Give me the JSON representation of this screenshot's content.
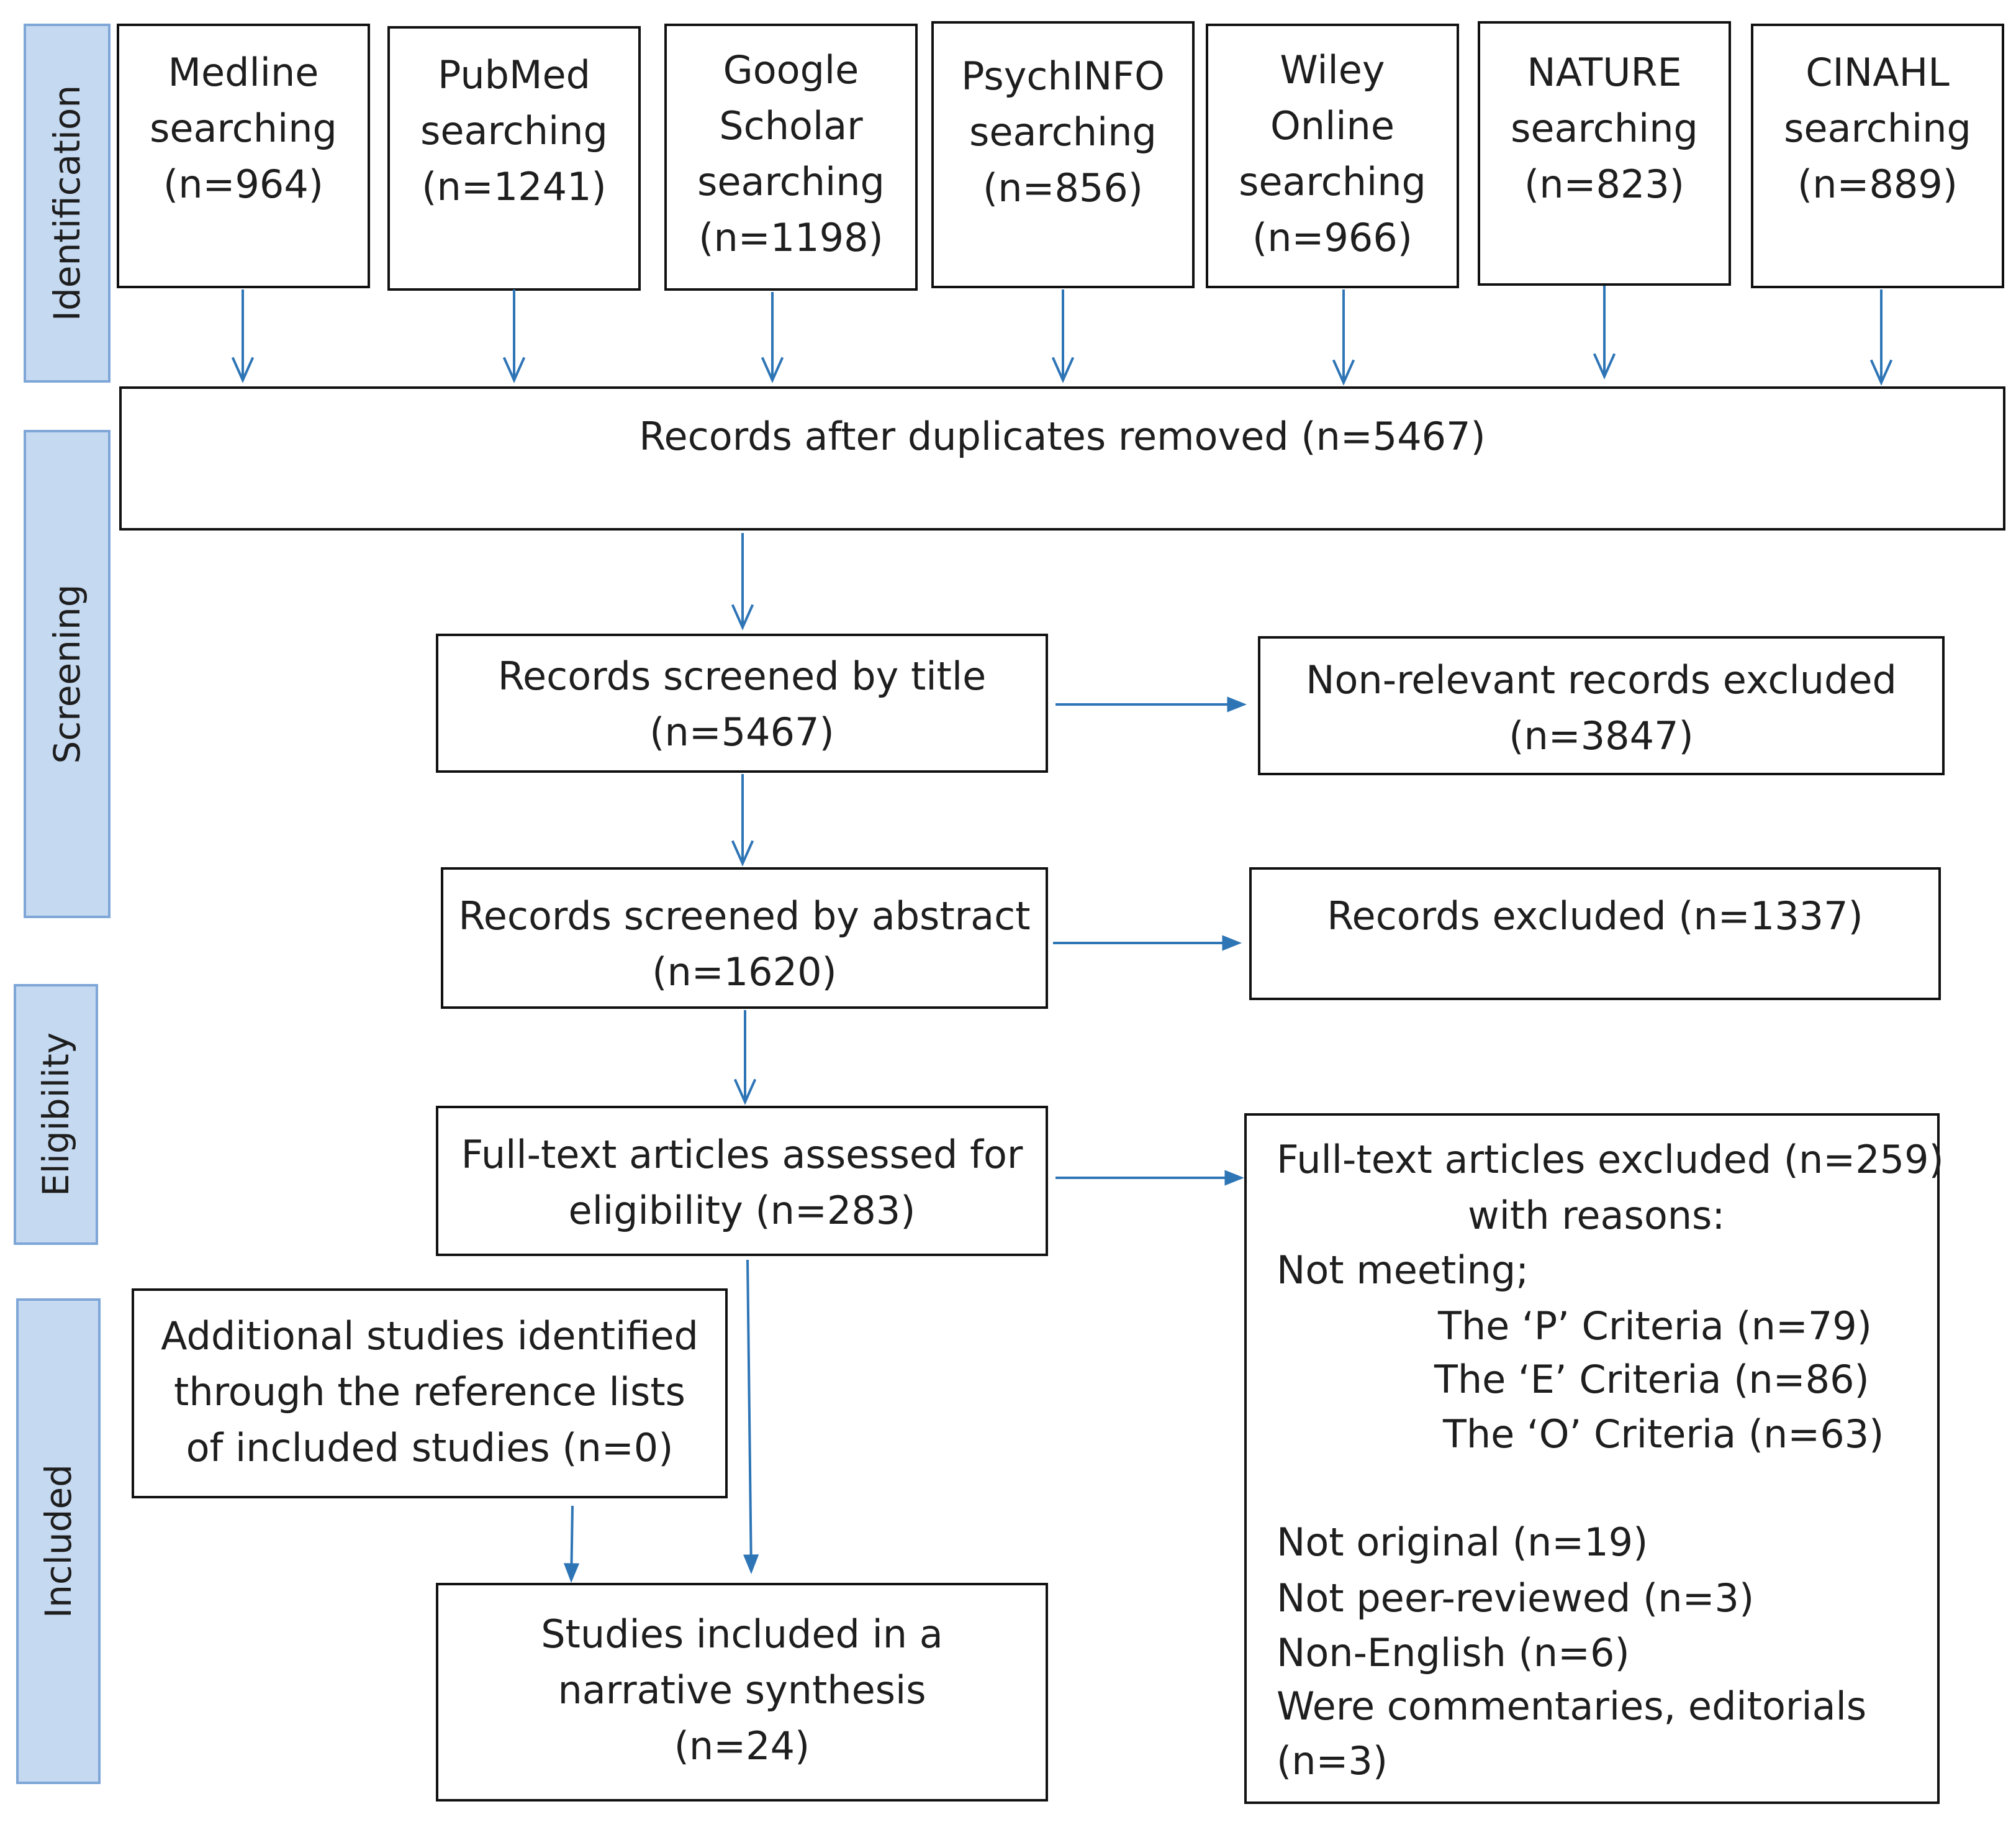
{
  "phases": [
    "Identification",
    "Screening",
    "Eligibility",
    "Included"
  ],
  "sources": [
    [
      "Medline",
      "searching",
      "(n=964)"
    ],
    [
      "PubMed",
      "searching",
      "(n=1241)"
    ],
    [
      "Google",
      "Scholar",
      "searching",
      "(n=1198)"
    ],
    [
      "PsychINFO",
      "searching",
      "(n=856)"
    ],
    [
      "Wiley",
      "Online",
      "searching",
      "(n=966)"
    ],
    [
      "NATURE",
      "searching",
      "(n=823)"
    ],
    [
      "CINAHL",
      "searching",
      "(n=889)"
    ]
  ],
  "dedup": "Records after duplicates removed (n=5467)",
  "title_screen": [
    "Records screened by title",
    "(n=5467)"
  ],
  "title_excluded": [
    "Non-relevant records excluded",
    "(n=3847)"
  ],
  "abstract_screen": [
    "Records screened by abstract",
    "(n=1620)"
  ],
  "abstract_excluded": "Records excluded (n=1337)",
  "fulltext": [
    "Full-text articles assessed for",
    "eligibility (n=283)"
  ],
  "fulltext_excluded": {
    "head": [
      "Full-text articles excluded (n=259)",
      "with reasons:"
    ],
    "not_meeting": "Not meeting;",
    "criteria": [
      "The ‘P’ Criteria (n=79)",
      "The ‘E’ Criteria (n=86)",
      "The ‘O’ Criteria (n=63)"
    ],
    "others": [
      "Not original (n=19)",
      "Not peer-reviewed (n=3)",
      "Non-English (n=6)",
      "Were commentaries, editorials",
      "(n=3)"
    ]
  },
  "additional": [
    "Additional studies identified",
    "through the reference lists",
    "of included studies (n=0)"
  ],
  "included": [
    "Studies included in a",
    "narrative synthesis",
    "(n=24)"
  ],
  "colors": {
    "arrow": "#2e75b6",
    "phase_fill": "#c5d9f1",
    "phase_border": "#7ea6d6"
  }
}
